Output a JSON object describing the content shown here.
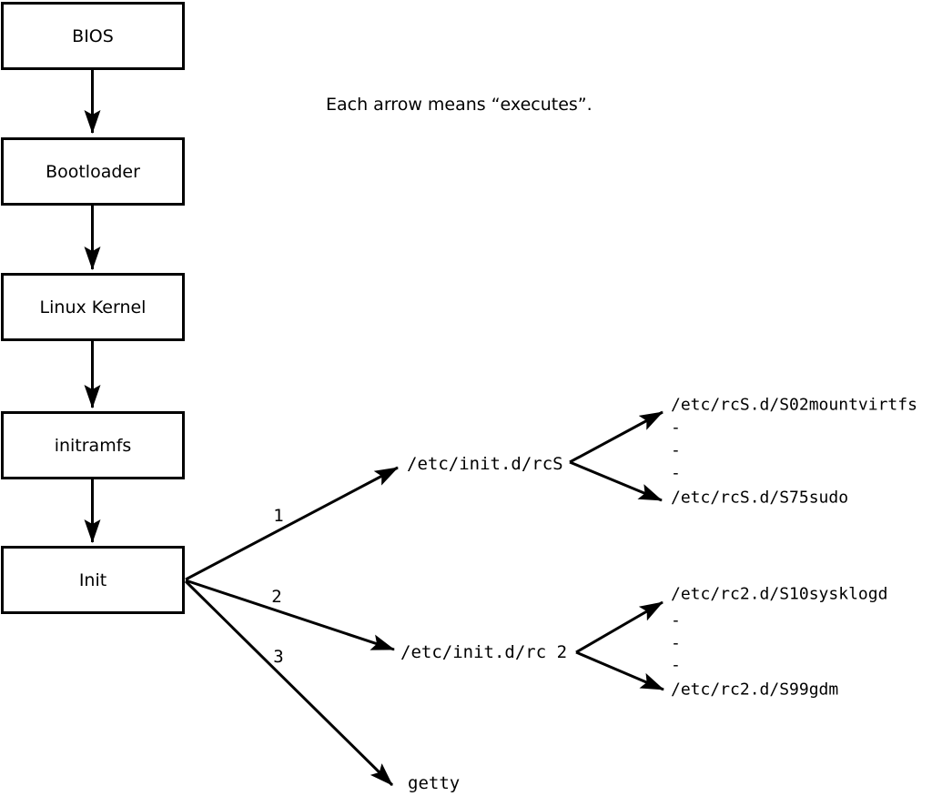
{
  "note": "Each arrow means “executes”.",
  "boxes": [
    {
      "label": "BIOS"
    },
    {
      "label": "Bootloader"
    },
    {
      "label": "Linux Kernel"
    },
    {
      "label": "initramfs"
    },
    {
      "label": "Init"
    }
  ],
  "edge_labels": [
    "1",
    "2",
    "3"
  ],
  "level2": {
    "rcS": "/etc/init.d/rcS",
    "rc2": "/etc/init.d/rc 2",
    "getty": "getty"
  },
  "rcS_children": [
    "/etc/rcS.d/S02mountvirtfs",
    "-",
    "-",
    "-",
    "/etc/rcS.d/S75sudo"
  ],
  "rc2_children": [
    "/etc/rc2.d/S10sysklogd",
    "-",
    "-",
    "-",
    "/etc/rc2.d/S99gdm"
  ],
  "colors": {
    "line": "#000000",
    "background": "#ffffff",
    "text": "#000000"
  }
}
